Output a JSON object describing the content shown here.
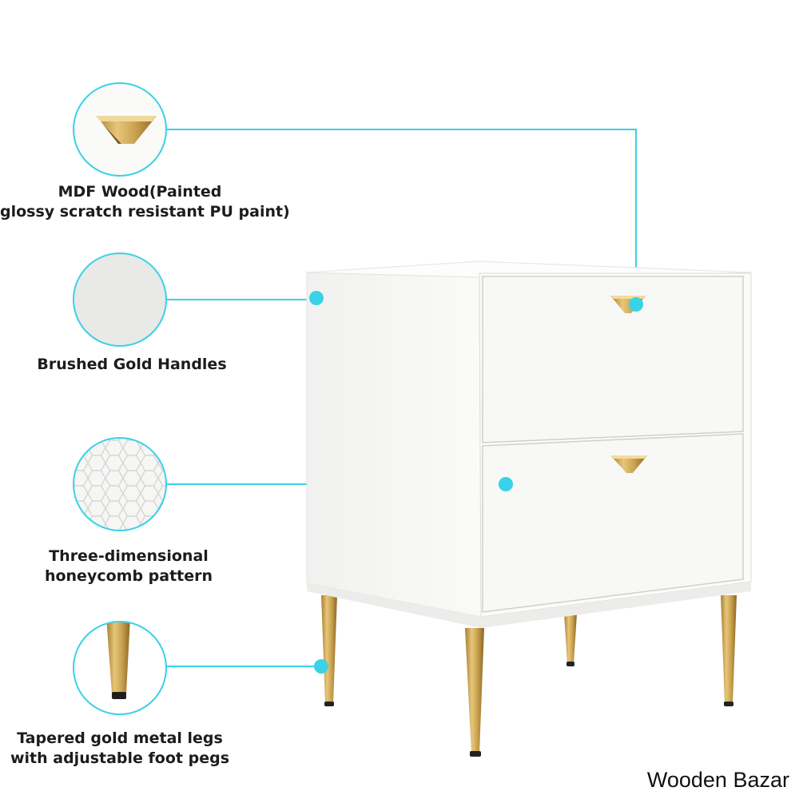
{
  "features": [
    {
      "icon": "handle-closeup-icon",
      "lines": [
        "MDF Wood(Painted",
        "glossy scratch resistant PU paint)"
      ]
    },
    {
      "icon": "surface-closeup-icon",
      "lines": [
        "Brushed Gold Handles"
      ]
    },
    {
      "icon": "honeycomb-closeup-icon",
      "lines": [
        "Three-dimensional",
        "honeycomb pattern"
      ]
    },
    {
      "icon": "leg-closeup-icon",
      "lines": [
        "Tapered gold metal legs",
        "with adjustable foot pegs"
      ]
    }
  ],
  "brand": {
    "text": "Wooden Bazar"
  },
  "colors": {
    "accent": "#39d2e6",
    "gold": "#c9a24f",
    "cabinet": "#f7f7f5"
  }
}
